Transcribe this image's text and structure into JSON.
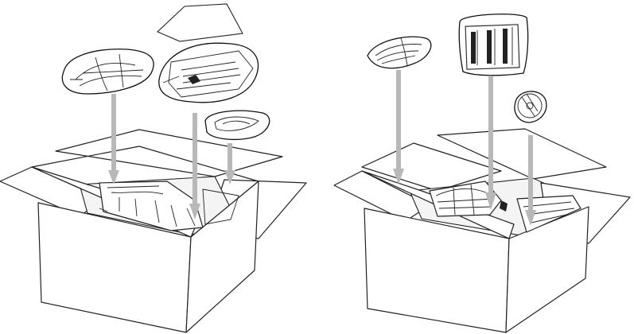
{
  "figure": {
    "panels": [
      {
        "id": "left",
        "contents": [
          "sheet",
          "accessory-bag",
          "drum-toner-unit",
          "cable-bundle"
        ]
      },
      {
        "id": "right",
        "contents": [
          "power-cord",
          "printed-documentation",
          "cd-rom"
        ]
      }
    ],
    "colors": {
      "outline": "#222222",
      "arrow": "#b8b8b8",
      "background": "#ffffff"
    }
  }
}
